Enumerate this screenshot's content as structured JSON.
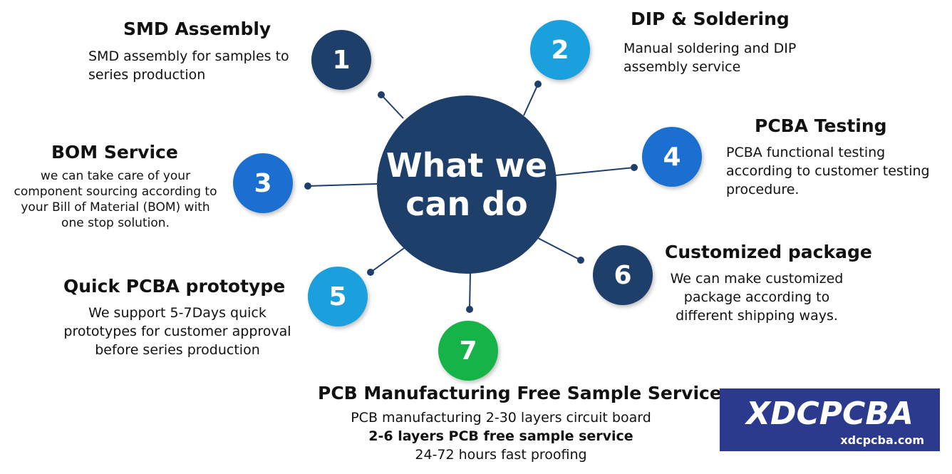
{
  "hub": {
    "line1": "What we",
    "line2": "can do",
    "color": "#1f3f6b"
  },
  "services": [
    {
      "number": "1",
      "color": "#1f3f6b",
      "title": "SMD Assembly",
      "lines": [
        "SMD assembly for samples to",
        "series production"
      ]
    },
    {
      "number": "2",
      "color": "#1aa0dc",
      "title": "DIP & Soldering",
      "lines": [
        "Manual soldering and DIP",
        "assembly service"
      ]
    },
    {
      "number": "3",
      "color": "#1b6fd0",
      "title": "BOM Service",
      "lines": [
        "we can take care of your",
        "component sourcing according to",
        "your Bill of Material (BOM) with",
        "one stop solution."
      ]
    },
    {
      "number": "4",
      "color": "#1b6fd0",
      "title": "PCBA Testing",
      "lines": [
        "PCBA functional testing",
        "according to customer testing",
        "procedure."
      ]
    },
    {
      "number": "5",
      "color": "#1aa0dc",
      "title": "Quick PCBA prototype",
      "lines": [
        "We support 5-7Days quick",
        "prototypes for customer approval",
        "before series production"
      ]
    },
    {
      "number": "6",
      "color": "#1f3f6b",
      "title": "Customized package",
      "lines": [
        "We can make customized",
        "package according to",
        "different shipping ways."
      ]
    },
    {
      "number": "7",
      "color": "#15b348",
      "title": "PCB Manufacturing Free Sample Service",
      "lines": [
        "PCB manufacturing 2-30 layers circuit board",
        "2-6 layers PCB free sample service",
        "24-72 hours fast proofing"
      ]
    }
  ],
  "logo": {
    "brand": "XDCPCBA",
    "url": "xdcpcba.com",
    "color": "#2b3a8c"
  },
  "connector_color": "#1f3f6b"
}
